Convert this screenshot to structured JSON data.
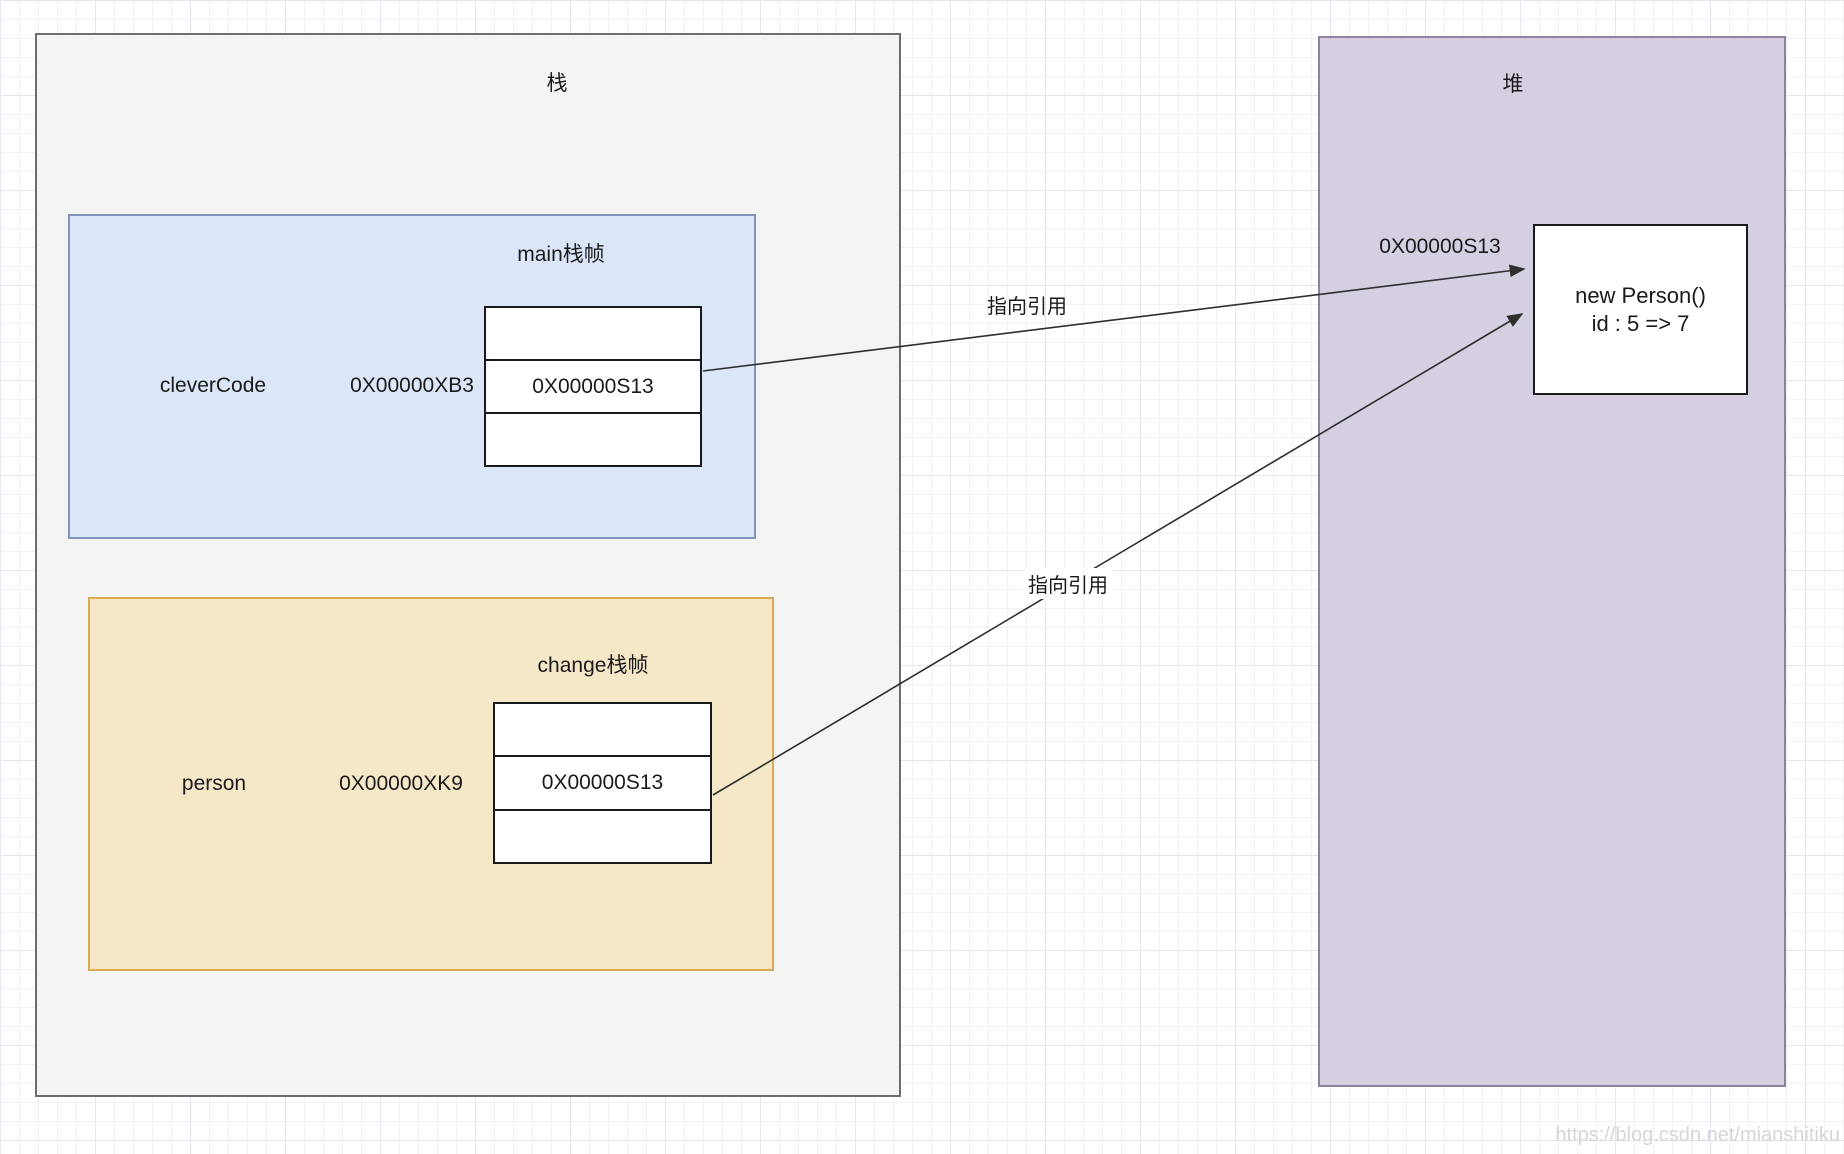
{
  "stack": {
    "label": "栈",
    "frames": [
      {
        "label": "main栈帧",
        "var_name": "cleverCode",
        "var_address": "0X00000XB3",
        "slots": [
          "",
          "0X00000S13",
          ""
        ]
      },
      {
        "label": "change栈帧",
        "var_name": "person",
        "var_address": "0X00000XK9",
        "slots": [
          "",
          "0X00000S13",
          ""
        ]
      }
    ]
  },
  "heap": {
    "label": "堆",
    "address_label": "0X00000S13",
    "object": {
      "line1": "new Person()",
      "line2": "id : 5 => 7"
    }
  },
  "arrows": [
    {
      "label": "指向引用"
    },
    {
      "label": "指向引用"
    }
  ],
  "watermark": {
    "text": "https://blog.csdn.net/mianshitiku"
  },
  "colors": {
    "stack_fill": "#f4f4f5",
    "stack_border": "#6e6e6e",
    "main_frame_fill": "#dbe7f8",
    "main_frame_border": "#8396ba",
    "change_frame_fill": "#f6e7c9",
    "change_frame_border": "#d9ab55",
    "heap_fill": "#d6cee1",
    "heap_border": "#8d819d",
    "arrow": "#2e2e2e"
  }
}
